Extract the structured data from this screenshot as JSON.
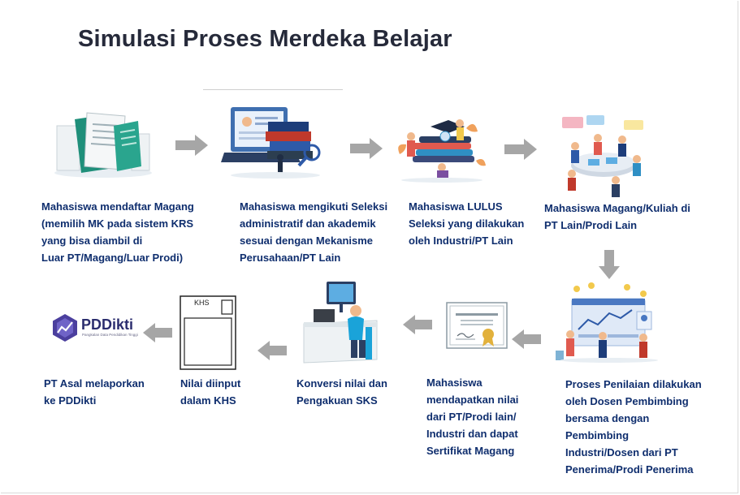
{
  "title": "Simulasi Proses Merdeka Belajar",
  "steps": [
    {
      "text": "Mahasiswa mendaftar Magang\n(memilih MK pada sistem KRS\nyang bisa diambil di\nLuar PT/Magang/Luar Prodi)"
    },
    {
      "text": "Mahasiswa mengikuti Seleksi\nadministratif dan akademik\nsesuai dengan Mekanisme\nPerusahaan/PT Lain"
    },
    {
      "text": "Mahasiswa LULUS\nSeleksi yang dilakukan\noleh Industri/PT Lain"
    },
    {
      "text": "Mahasiswa Magang/Kuliah  di\nPT Lain/Prodi Lain"
    },
    {
      "text": "Proses Penilaian dilakukan\noleh Dosen Pembimbing\nbersama dengan\nPembimbing\nIndustri/Dosen dari PT\nPenerima/Prodi Penerima"
    },
    {
      "text": "Mahasiswa\nmendapatkan nilai\ndari PT/Prodi lain/\nIndustri dan dapat\nSertifikat Magang"
    },
    {
      "text": "Konversi nilai dan\nPengakuan SKS"
    },
    {
      "text": "Nilai diinput\ndalam KHS"
    },
    {
      "text": "PT Asal melaporkan\nke PDDikti"
    }
  ],
  "khs_label": "KHS",
  "pddikti_logo": {
    "name": "PDDikti",
    "tagline": "Pangkalan Data Pendidikan Tinggi"
  },
  "colors": {
    "caption": "#0f2e6e",
    "title": "#262a3a",
    "arrow": "#a6a6a6",
    "accent": "#1aa3d9"
  }
}
